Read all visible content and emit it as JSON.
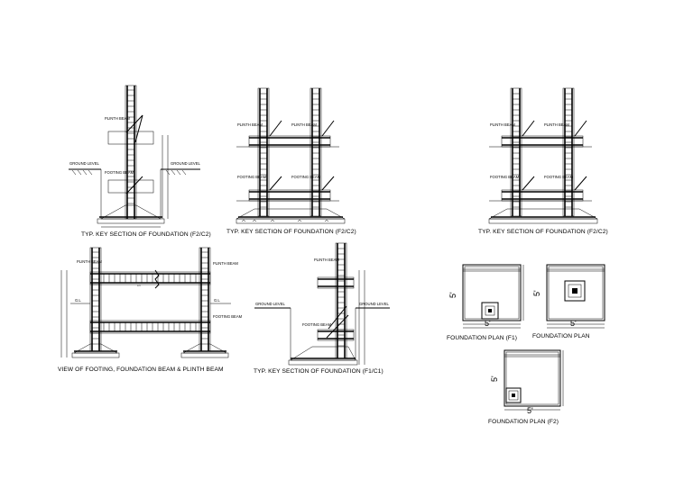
{
  "captions": {
    "section_f2c2_left": "TYP. KEY SECTION OF FOUNDATION (F2/C2)",
    "section_f2c2_mid": "TYP. KEY SECTION OF FOUNDATION (F2/C2)",
    "section_f2c2_right": "TYP. KEY SECTION OF FOUNDATION (F2/C2)",
    "view_footing": "VIEW OF FOOTING, FOUNDATION BEAM & PLINTH BEAM",
    "section_f1c1": "TYP. KEY SECTION OF FOUNDATION (F1/C1)",
    "plan_f1": "FOUNDATION PLAN (F1)",
    "plan_mid": "FOUNDATION PLAN",
    "plan_f2": "FOUNDATION PLAN (F2)"
  },
  "labels": {
    "plinth_beam": "PLINTH BEAM",
    "footing_beam": "FOOTING BEAM",
    "ground_level": "GROUND LEVEL",
    "plinth_beam_1line": "PLINTH BEAM",
    "footing_beam_1line": "FOOTING BEAM",
    "gl": "G.L",
    "span": "L/4"
  },
  "dimensions": {
    "five_ft": "5'"
  },
  "colors": {
    "ink": "#000000",
    "background": "#ffffff",
    "hatch": "#555555"
  }
}
